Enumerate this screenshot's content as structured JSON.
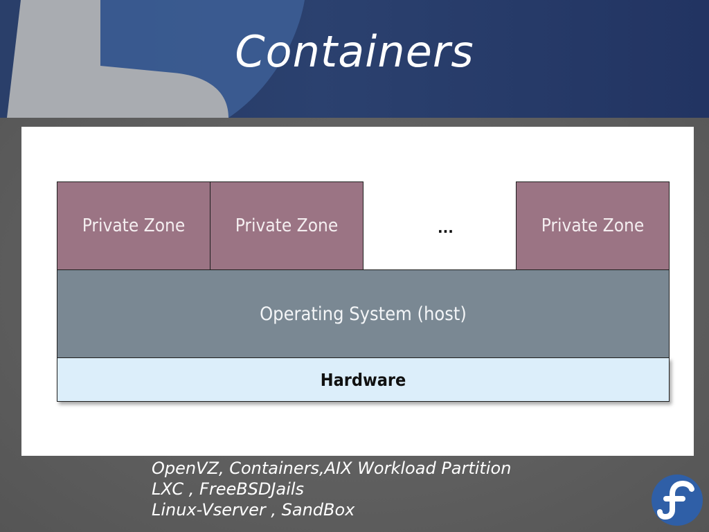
{
  "slide": {
    "title": "Containers"
  },
  "diagram": {
    "zones": [
      "Private Zone",
      "Private Zone",
      "Private Zone"
    ],
    "ellipsis": "...",
    "os_label": "Operating System (host)",
    "hardware_label": "Hardware"
  },
  "notes": [
    "OpenVZ, Containers,AIX Workload Partition",
    "LXC , FreeBSDJails",
    "Linux-Vserver , SandBox"
  ],
  "colors": {
    "header": "#263b68",
    "zone": "#9b7484",
    "os": "#7a8893",
    "hardware": "#dceefa",
    "logo": "#2f5fa7"
  },
  "logo": {
    "icon": "fedora-logo-icon"
  }
}
